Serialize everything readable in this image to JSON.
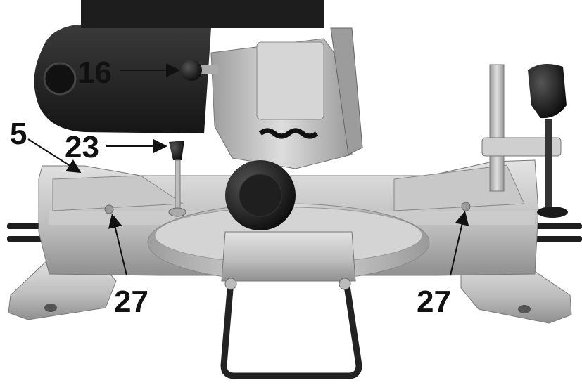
{
  "callouts": [
    {
      "id": "c16",
      "label": "16"
    },
    {
      "id": "c5",
      "label": "5"
    },
    {
      "id": "c23",
      "label": "23"
    },
    {
      "id": "c27a",
      "label": "27"
    },
    {
      "id": "c27b",
      "label": "27"
    }
  ],
  "colors": {
    "background": "#ffffff",
    "motor_housing": "#2a2a2a",
    "aluminium": "#bdbdbd",
    "aluminium_light": "#d9d9d9",
    "aluminium_dark": "#8e8e8e",
    "knob_black": "#1a1a1a",
    "rail": "#222222",
    "label": "#111111"
  },
  "icons": [
    "mitre-saw-photo",
    "arrow-pointer"
  ]
}
